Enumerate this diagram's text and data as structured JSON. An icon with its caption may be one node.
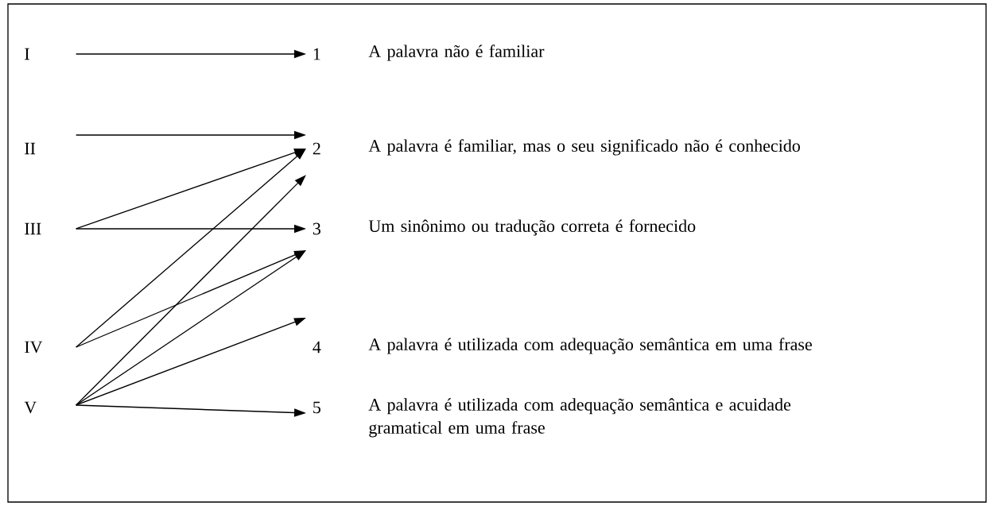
{
  "diagram": {
    "nodes": [
      {
        "text": [
          "I"
        ]
      },
      {
        "text": [
          "II"
        ]
      },
      {
        "text": [
          "III"
        ]
      },
      {
        "text": [
          "IV"
        ]
      },
      {
        "text": [
          "V"
        ]
      },
      {
        "text": [
          "1"
        ],
        "beside": [
          "A palavra não é familiar"
        ]
      },
      {
        "text": [
          "2"
        ],
        "beside": [
          "A palavra é familiar, mas o seu significado não é conhecido"
        ]
      },
      {
        "text": [
          "3"
        ],
        "beside": [
          "Um sinônimo ou tradução correta é fornecido"
        ]
      },
      {
        "text": [
          "4"
        ],
        "beside": [
          "A palavra é utilizada com adequação semântica em uma frase"
        ]
      },
      {
        "text": [
          "5"
        ],
        "beside": [
          "A palavra é utilizada com adequação semântica e acuidade gramatical em uma frase"
        ]
      }
    ],
    "edges": [
      {
        "from": 0,
        "to": 5,
        "arrow": "to"
      },
      {
        "from": 1,
        "to": 6,
        "arrow": "to"
      },
      {
        "from": 2,
        "to": 6,
        "arrow": "to"
      },
      {
        "from": 2,
        "to": 7,
        "arrow": "to"
      },
      {
        "from": 3,
        "to": 6,
        "arrow": "to"
      },
      {
        "from": 3,
        "to": 7,
        "arrow": "to"
      },
      {
        "from": 4,
        "to": 6,
        "arrow": "to"
      },
      {
        "from": 4,
        "to": 7,
        "arrow": "to"
      },
      {
        "from": 4,
        "to": 8,
        "arrow": "to"
      },
      {
        "from": 4,
        "to": 9,
        "arrow": "to"
      }
    ]
  }
}
